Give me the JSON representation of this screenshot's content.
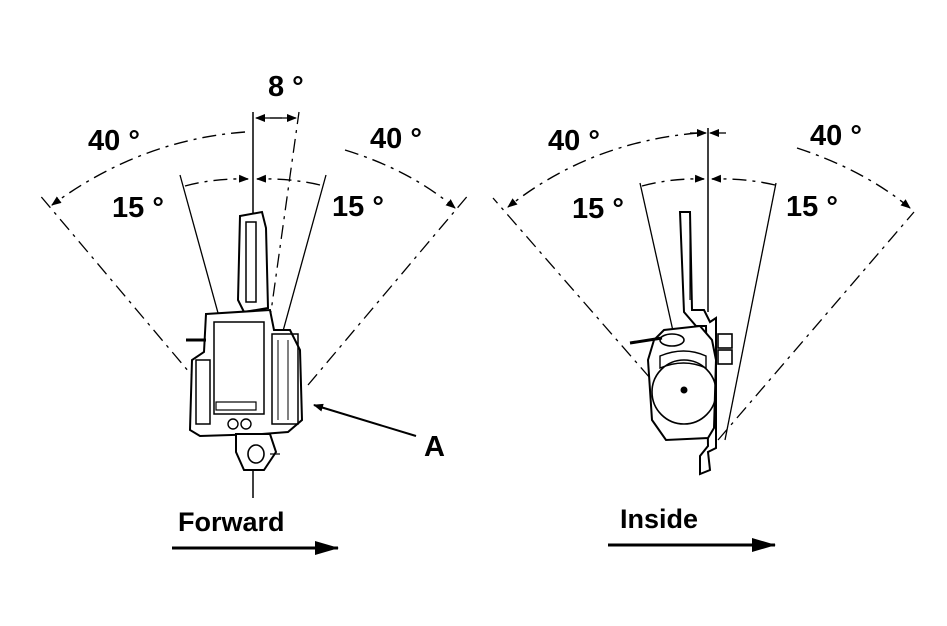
{
  "left_view": {
    "angle_top": "8 °",
    "angle_outer_left": "40 °",
    "angle_outer_right": "40 °",
    "angle_inner_left": "15 °",
    "angle_inner_right": "15 °",
    "pointer_label": "A",
    "direction_label": "Forward"
  },
  "right_view": {
    "angle_outer_left": "40 °",
    "angle_outer_right": "40 °",
    "angle_inner_left": "15 °",
    "angle_inner_right": "15 °",
    "direction_label": "Inside"
  }
}
